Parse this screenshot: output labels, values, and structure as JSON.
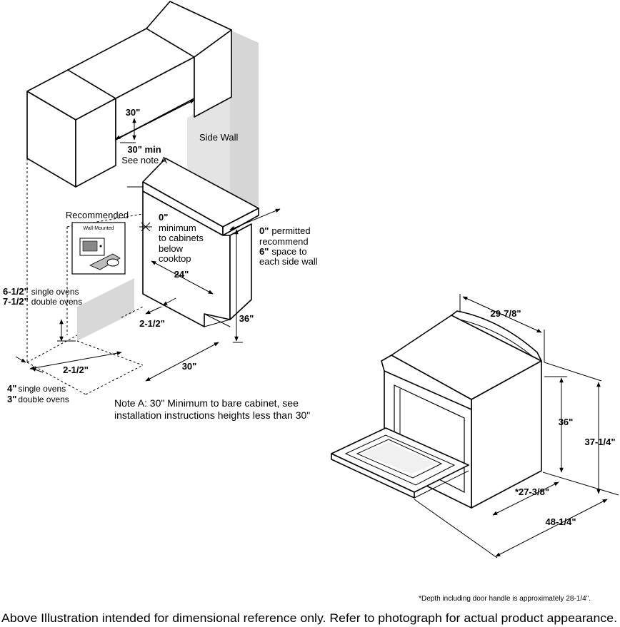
{
  "left_diagram": {
    "top_width": "30\"",
    "min_clearance": "30\" min",
    "see_note": "See note A",
    "side_wall": "Side Wall",
    "recommended": "Recommended",
    "wall_mounted": "Wall-Mounted",
    "zero_min": "0\"",
    "zero_min_text_1": "minimum",
    "zero_min_text_2": "to cabinets",
    "zero_min_text_3": "below",
    "zero_min_text_4": "cooktop",
    "depth_24": "24\"",
    "height_36": "36\"",
    "zero_permitted": "0\"",
    "permitted_text": "permitted",
    "recommend_text": "recommend",
    "six_in": "6\"",
    "space_to_text": "space to",
    "each_side_wall": "each side wall",
    "six_half": "6-1/2\"",
    "single_ovens_1": "single ovens",
    "seven_half": "7-1/2\"",
    "double_ovens_1": "double ovens",
    "two_half_a": "2-1/2\"",
    "two_half_b": "2-1/2\"",
    "width_30_bottom": "30\"",
    "four_in": "4\"",
    "single_ovens_2": "single ovens",
    "three_in": "3\"",
    "double_ovens_2": "double ovens"
  },
  "note_a": {
    "line1": "Note A: 30\" Minimum to bare cabinet, see",
    "line2": "installation instructions heights less than 30\""
  },
  "right_diagram": {
    "width": "29-7/8\"",
    "height_36": "36\"",
    "height_total": "37-1/4\"",
    "depth": "*27-3/8\"",
    "depth_open": "48-1/4\""
  },
  "footnote": "*Depth including door handle is approximately 28-1/4\".",
  "disclaimer": "Above Illustration intended for dimensional reference only. Refer to photograph for actual product appearance."
}
